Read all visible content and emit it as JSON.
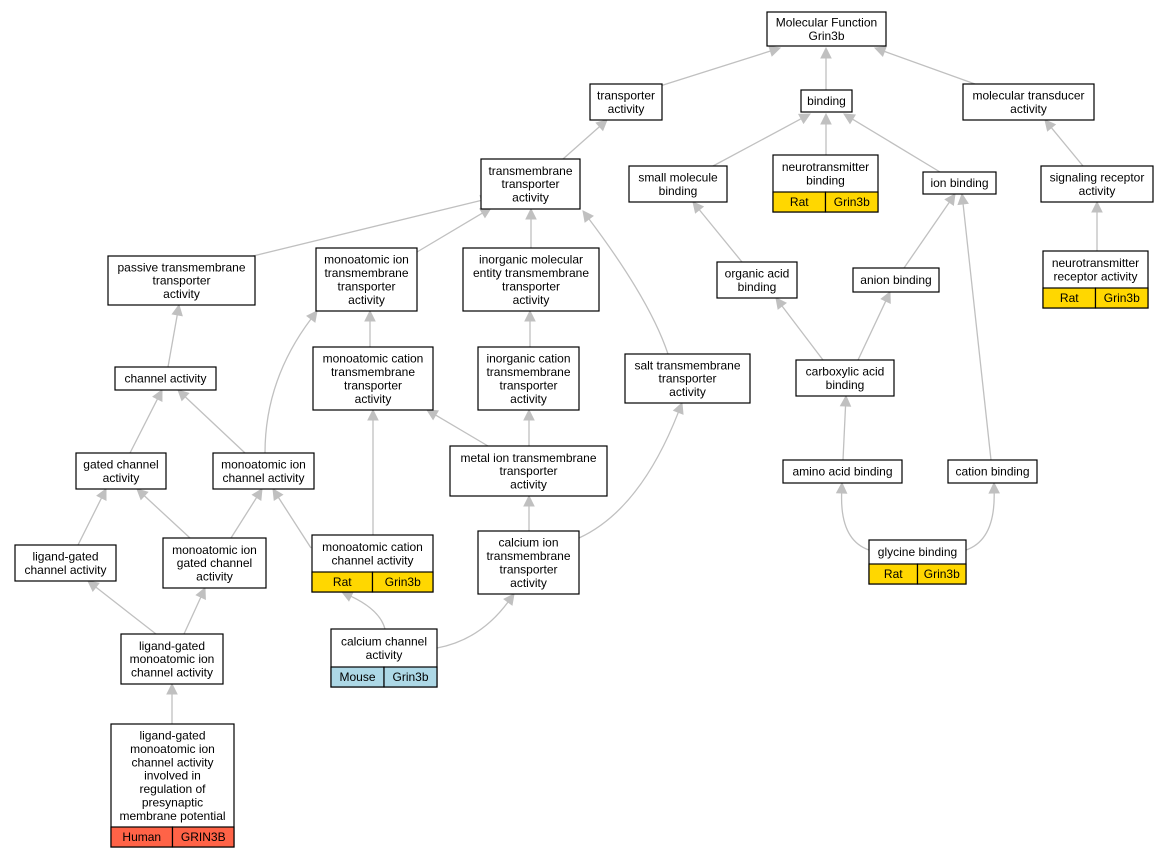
{
  "colors": {
    "edge": "#c0c0c0",
    "rat": "#ffd700",
    "mouse": "#add8e6",
    "human": "#ff6347"
  },
  "nodes": {
    "mf": {
      "lines": [
        "Molecular Function",
        "Grin3b"
      ]
    },
    "ta": {
      "lines": [
        "transporter",
        "activity"
      ]
    },
    "bind": {
      "lines": [
        "binding"
      ]
    },
    "mta": {
      "lines": [
        "molecular transducer",
        "activity"
      ]
    },
    "tmta": {
      "lines": [
        "transmembrane",
        "transporter",
        "activity"
      ]
    },
    "smb": {
      "lines": [
        "small molecule",
        "binding"
      ]
    },
    "ntb": {
      "lines": [
        "neurotransmitter",
        "binding"
      ],
      "tags": [
        {
          "label": "Rat",
          "color": "rat"
        },
        {
          "label": "Grin3b",
          "color": "rat"
        }
      ]
    },
    "ionb": {
      "lines": [
        "ion binding"
      ]
    },
    "sra": {
      "lines": [
        "signaling receptor",
        "activity"
      ]
    },
    "ptta": {
      "lines": [
        "passive transmembrane",
        "transporter",
        "activity"
      ]
    },
    "mitta": {
      "lines": [
        "monoatomic ion",
        "transmembrane",
        "transporter",
        "activity"
      ]
    },
    "imetta": {
      "lines": [
        "inorganic molecular",
        "entity transmembrane",
        "transporter",
        "activity"
      ]
    },
    "oab": {
      "lines": [
        "organic acid",
        "binding"
      ]
    },
    "anb": {
      "lines": [
        "anion binding"
      ]
    },
    "ntra": {
      "lines": [
        "neurotransmitter",
        "receptor activity"
      ],
      "tags": [
        {
          "label": "Rat",
          "color": "rat"
        },
        {
          "label": "Grin3b",
          "color": "rat"
        }
      ]
    },
    "ca": {
      "lines": [
        "channel activity"
      ]
    },
    "mctta": {
      "lines": [
        "monoatomic cation",
        "transmembrane",
        "transporter",
        "activity"
      ]
    },
    "ictta": {
      "lines": [
        "inorganic cation",
        "transmembrane",
        "transporter",
        "activity"
      ]
    },
    "stta": {
      "lines": [
        "salt transmembrane",
        "transporter",
        "activity"
      ]
    },
    "cab": {
      "lines": [
        "carboxylic acid",
        "binding"
      ]
    },
    "gca": {
      "lines": [
        "gated channel",
        "activity"
      ]
    },
    "mica": {
      "lines": [
        "monoatomic ion",
        "channel activity"
      ]
    },
    "mitta2": {
      "lines": [
        "metal ion transmembrane",
        "transporter",
        "activity"
      ]
    },
    "aab": {
      "lines": [
        "amino acid binding"
      ]
    },
    "catb": {
      "lines": [
        "cation binding"
      ]
    },
    "lgca": {
      "lines": [
        "ligand-gated",
        "channel activity"
      ]
    },
    "migca": {
      "lines": [
        "monoatomic ion",
        "gated channel",
        "activity"
      ]
    },
    "mcca": {
      "lines": [
        "monoatomic cation",
        "channel activity"
      ],
      "tags": [
        {
          "label": "Rat",
          "color": "rat"
        },
        {
          "label": "Grin3b",
          "color": "rat"
        }
      ]
    },
    "citta": {
      "lines": [
        "calcium ion",
        "transmembrane",
        "transporter",
        "activity"
      ]
    },
    "gb": {
      "lines": [
        "glycine binding"
      ],
      "tags": [
        {
          "label": "Rat",
          "color": "rat"
        },
        {
          "label": "Grin3b",
          "color": "rat"
        }
      ]
    },
    "lgmica": {
      "lines": [
        "ligand-gated",
        "monoatomic ion",
        "channel activity"
      ]
    },
    "cca": {
      "lines": [
        "calcium channel",
        "activity"
      ],
      "tags": [
        {
          "label": "Mouse",
          "color": "mouse"
        },
        {
          "label": "Grin3b",
          "color": "mouse"
        }
      ]
    },
    "lgpre": {
      "lines": [
        "ligand-gated",
        "monoatomic ion",
        "channel activity",
        "involved in",
        "regulation of",
        "presynaptic",
        "membrane potential"
      ],
      "tags": [
        {
          "label": "Human",
          "color": "human"
        },
        {
          "label": "GRIN3B",
          "color": "human"
        }
      ]
    }
  }
}
